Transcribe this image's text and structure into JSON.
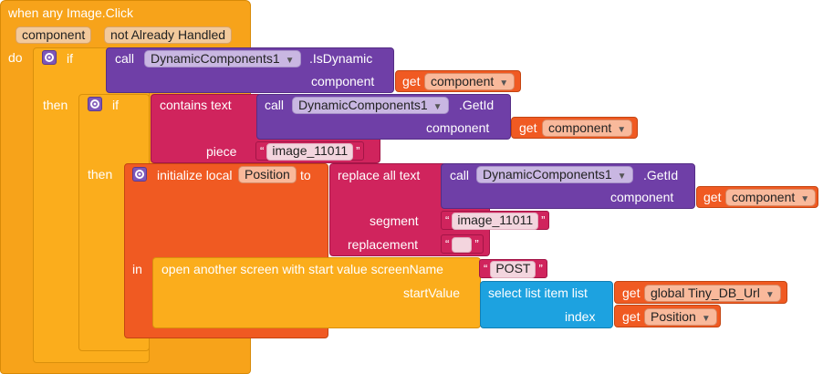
{
  "event": {
    "title": "when any Image.Click",
    "params": [
      "component",
      "not Already Handled"
    ],
    "do_label": "do"
  },
  "if1": {
    "if_label": "if",
    "then_label": "then",
    "call_label": "call",
    "component_name": "DynamicComponents1",
    "method": ".IsDynamic",
    "arg_label": "component",
    "get_label": "get",
    "get_var": "component"
  },
  "if2": {
    "if_label": "if",
    "then_label": "then",
    "contains_label": "contains  text",
    "call_label": "call",
    "component_name": "DynamicComponents1",
    "method": ".GetId",
    "arg_label": "component",
    "get_label": "get",
    "get_var": "component",
    "piece_label": "piece",
    "piece_value": "image_11011"
  },
  "init_local": {
    "label_prefix": "initialize local",
    "var_name": "Position",
    "label_to": "to",
    "in_label": "in",
    "replace_label": "replace all text",
    "call_label": "call",
    "component_name": "DynamicComponents1",
    "method": ".GetId",
    "arg_label": "component",
    "get_label": "get",
    "get_var": "component",
    "segment_label": "segment",
    "segment_value": "image_11011",
    "replacement_label": "replacement",
    "replacement_value": ""
  },
  "open_screen": {
    "label": "open another screen with start value  screenName",
    "screen_value": "POST",
    "start_label": "startValue",
    "select_label": "select list item  list",
    "get_label": "get",
    "list_var": "global Tiny_DB_Url",
    "index_label": "index",
    "index_var": "Position"
  },
  "colors": {
    "event": "#f7a31a",
    "control": "#fbad1c",
    "component": "#6f3fa7",
    "text": "#d0245d",
    "variable": "#f05a22",
    "list": "#1da2e0"
  },
  "icons": [
    "gear-icon",
    "dropdown-arrow-icon"
  ]
}
